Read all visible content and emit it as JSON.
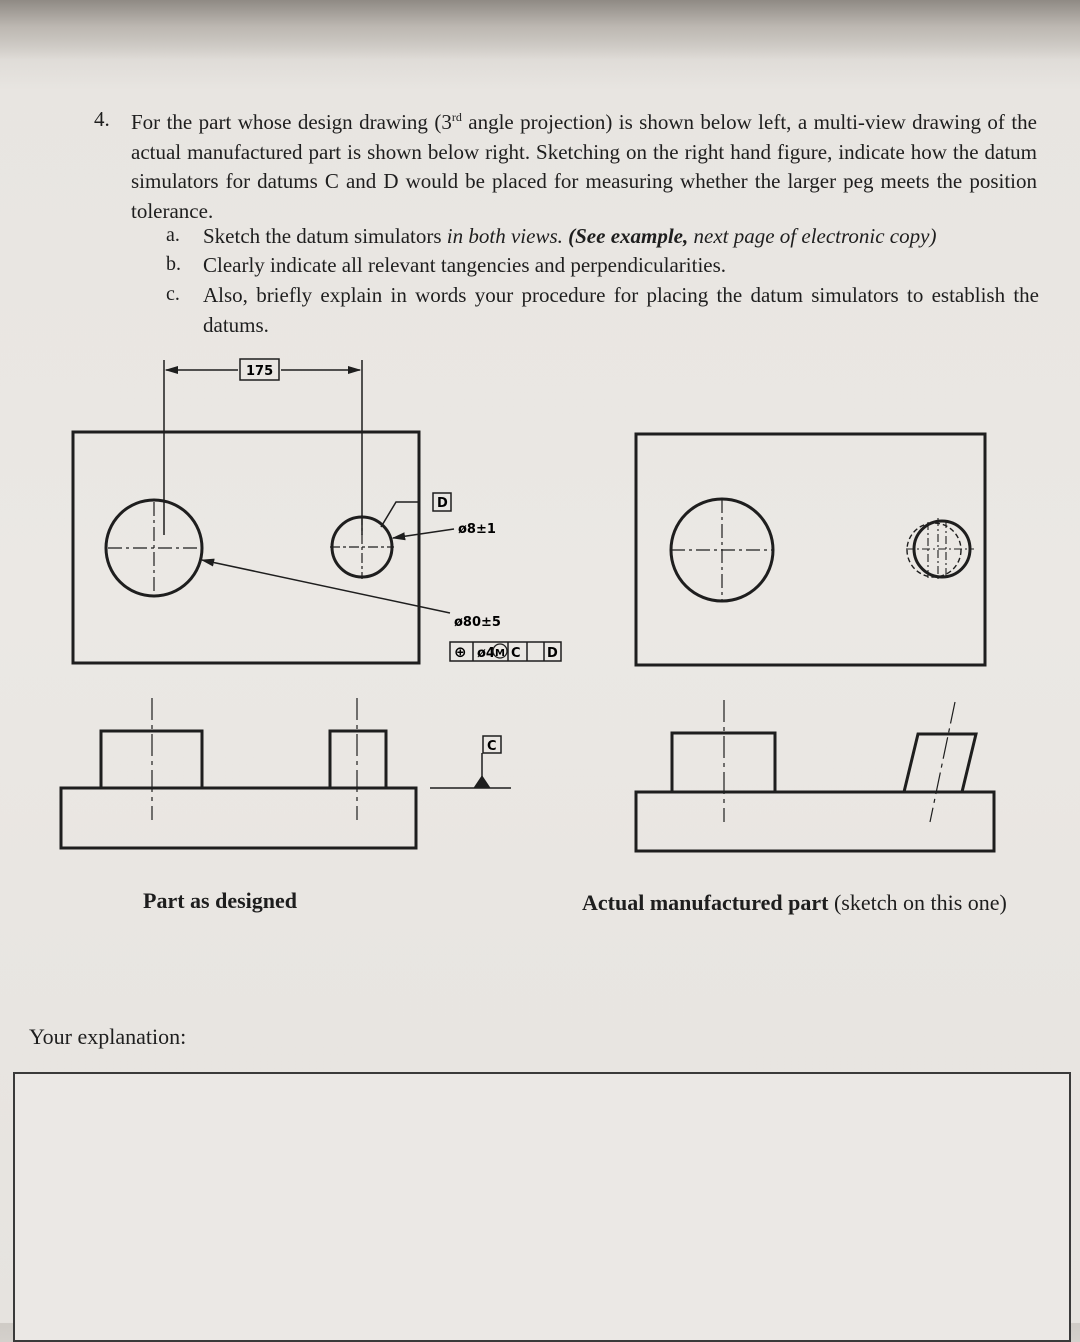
{
  "question": {
    "number": "4.",
    "stem_before_sup": "For the part whose design drawing (3",
    "stem_sup": "rd",
    "stem_after_sup": " angle projection) is shown below left, a multi-view drawing of the actual manufactured part is shown below right.  Sketching on the right hand figure, indicate how the datum simulators for datums C and D would be placed for measuring whether the larger peg meets the position tolerance.",
    "items": [
      {
        "letter": "a.",
        "text_plain": "Sketch the datum simulators ",
        "text_italic": "in both views.",
        "text_space": " ",
        "text_bold_italic": "(See example,",
        "text_italic_tail": " next page of electronic copy)"
      },
      {
        "letter": "b.",
        "text": "Clearly indicate all relevant tangencies and perpendicularities."
      },
      {
        "letter": "c.",
        "text": "Also, briefly explain in words your procedure for placing the datum simulators to establish the datums."
      }
    ]
  },
  "drawing_left": {
    "dim_basic": "175",
    "datum_d": "D",
    "small_hole_size": "ø8±1",
    "large_hole_size": "ø80±5",
    "fcf": {
      "symbol": "⊕",
      "tolerance": "ø4",
      "modifier": "M",
      "datum_1": "C",
      "datum_2": "D"
    },
    "datum_c": "C"
  },
  "captions": {
    "left": "Part as designed",
    "right_bold": "Actual manufactured part",
    "right_plain": " (sketch on this one)"
  },
  "explanation": {
    "label": "Your explanation:",
    "value": ""
  },
  "colors": {
    "ink": "#1e1e1e",
    "paper": "#e9e6e2"
  }
}
